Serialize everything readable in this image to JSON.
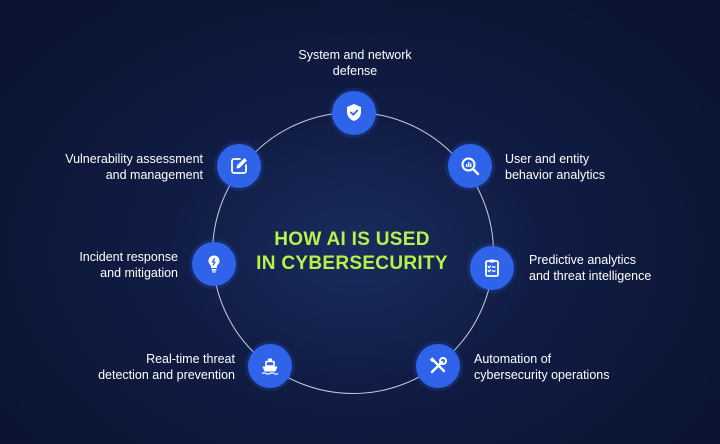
{
  "title": {
    "line1": "HOW AI IS USED",
    "line2": "IN CYBERSECURITY"
  },
  "accent_color": "#b6f24a",
  "node_color": "#2f63ea",
  "items": [
    {
      "line1": "System and network",
      "line2": "defense",
      "icon": "shield-check-icon"
    },
    {
      "line1": "User and entity",
      "line2": "behavior analytics",
      "icon": "magnifier-chart-icon"
    },
    {
      "line1": "Predictive analytics",
      "line2": "and threat intelligence",
      "icon": "clipboard-checklist-icon"
    },
    {
      "line1": "Automation of",
      "line2": "cybersecurity operations",
      "icon": "wrench-screwdriver-icon"
    },
    {
      "line1": "Real-time threat",
      "line2": "detection and prevention",
      "icon": "ship-icon"
    },
    {
      "line1": "Incident response",
      "line2": "and mitigation",
      "icon": "lightbulb-icon"
    },
    {
      "line1": "Vulnerability assessment",
      "line2": "and management",
      "icon": "edit-icon"
    }
  ]
}
